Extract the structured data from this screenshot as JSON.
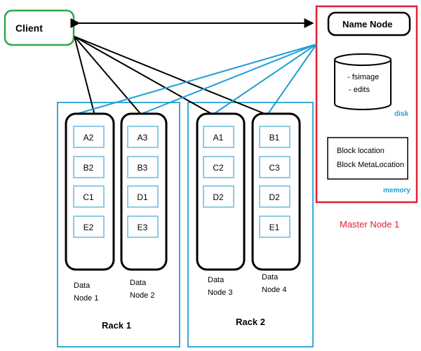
{
  "client": {
    "label": "Client"
  },
  "name_node": {
    "label": "Name Node",
    "disk": {
      "items": [
        "- fsimage",
        "- edits"
      ],
      "label": "disk"
    },
    "memory": {
      "items": [
        "Block location",
        "Block MetaLocation"
      ],
      "label": "memory"
    }
  },
  "master": {
    "label": "Master Node 1"
  },
  "racks": [
    {
      "label": "Rack 1",
      "nodes": [
        {
          "label_line1": "Data",
          "label_line2": "Node 1",
          "blocks": [
            "A2",
            "B2",
            "C1",
            "E2"
          ]
        },
        {
          "label_line1": "Data",
          "label_line2": "Node 2",
          "blocks": [
            "A3",
            "B3",
            "D1",
            "E3"
          ]
        }
      ]
    },
    {
      "label": "Rack 2",
      "nodes": [
        {
          "label_line1": "Data",
          "label_line2": "Node 3",
          "blocks": [
            "A1",
            "C2",
            "D2"
          ]
        },
        {
          "label_line1": "Data",
          "label_line2": "Node 4",
          "blocks": [
            "B1",
            "C3",
            "D2",
            "E1"
          ]
        }
      ]
    }
  ],
  "colors": {
    "client_border": "#2ea84a",
    "master_border": "#e02030",
    "rack_border": "#39a9d6",
    "block_border": "#8fcbe6",
    "blue_line": "#1e9fd6",
    "black": "#000000",
    "master_label": "#e02030",
    "cyan_label": "#1e9fd6"
  }
}
